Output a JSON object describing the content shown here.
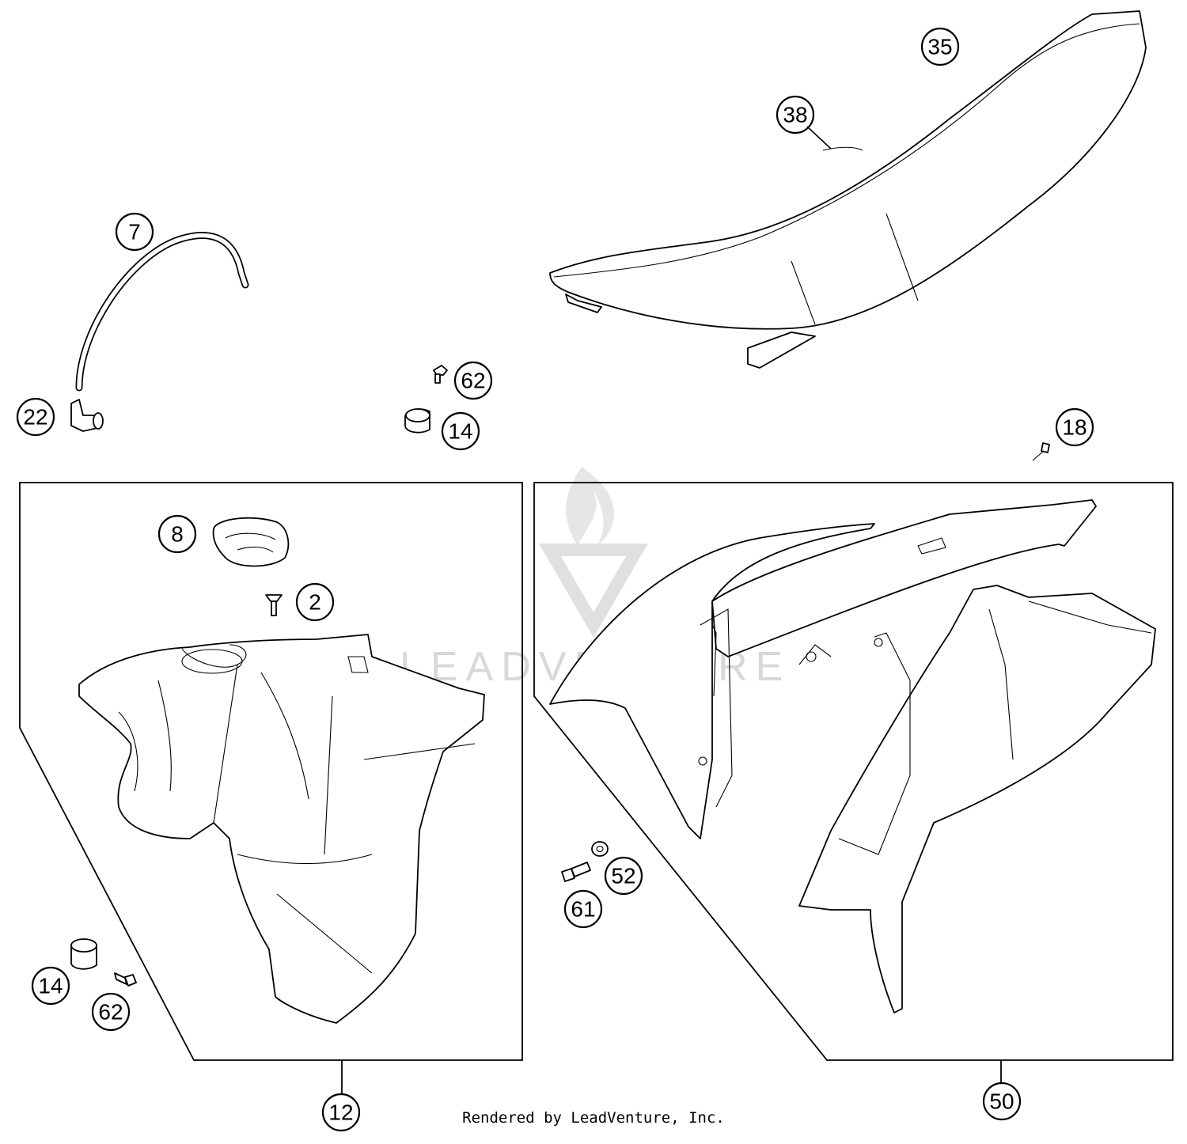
{
  "watermark": "LEADVENTURE",
  "footer": "Rendered by LeadVenture, Inc.",
  "callouts": {
    "c35": "35",
    "c38": "38",
    "c7": "7",
    "c62a": "62",
    "c22": "22",
    "c14a": "14",
    "c18": "18",
    "c8": "8",
    "c2": "2",
    "c52": "52",
    "c61": "61",
    "c14b": "14",
    "c62b": "62",
    "c12": "12",
    "c50": "50"
  }
}
